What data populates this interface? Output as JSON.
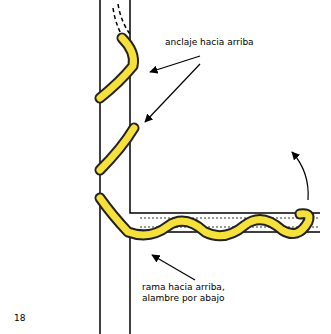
{
  "diagram": {
    "labels": [
      "anclaje hacia arriba",
      "rama hacia arriba, alambre por abajo",
      "18"
    ]
  }
}
